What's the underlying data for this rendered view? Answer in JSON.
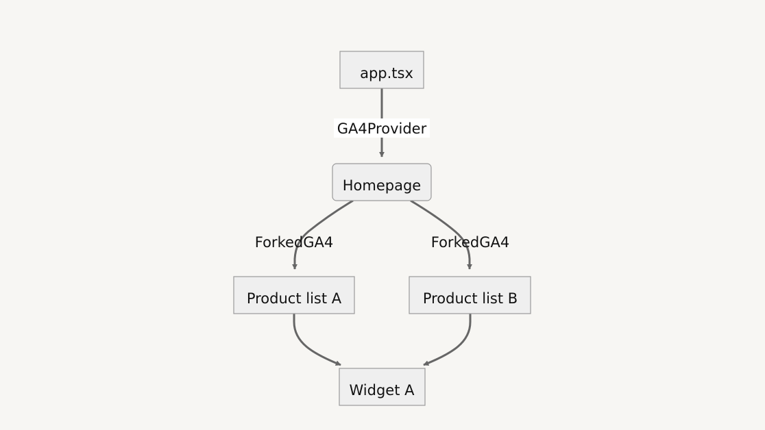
{
  "diagram": {
    "nodes": [
      {
        "id": "app",
        "label": "app.tsx",
        "shape": "rect"
      },
      {
        "id": "homepage",
        "label": "Homepage",
        "shape": "rounded"
      },
      {
        "id": "listA",
        "label": "Product list A",
        "shape": "rect"
      },
      {
        "id": "listB",
        "label": "Product list B",
        "shape": "rect"
      },
      {
        "id": "widget",
        "label": "Widget A",
        "shape": "rect"
      }
    ],
    "edges": [
      {
        "from": "app",
        "to": "homepage",
        "label": "GA4Provider"
      },
      {
        "from": "homepage",
        "to": "listA",
        "label": "ForkedGA4"
      },
      {
        "from": "homepage",
        "to": "listB",
        "label": "ForkedGA4"
      },
      {
        "from": "listA",
        "to": "widget",
        "label": ""
      },
      {
        "from": "listB",
        "to": "widget",
        "label": ""
      }
    ],
    "colors": {
      "background": "#f7f6f3",
      "node_fill": "#efefef",
      "node_stroke": "#9a9a9a",
      "edge": "#666666",
      "text": "#111111"
    }
  }
}
